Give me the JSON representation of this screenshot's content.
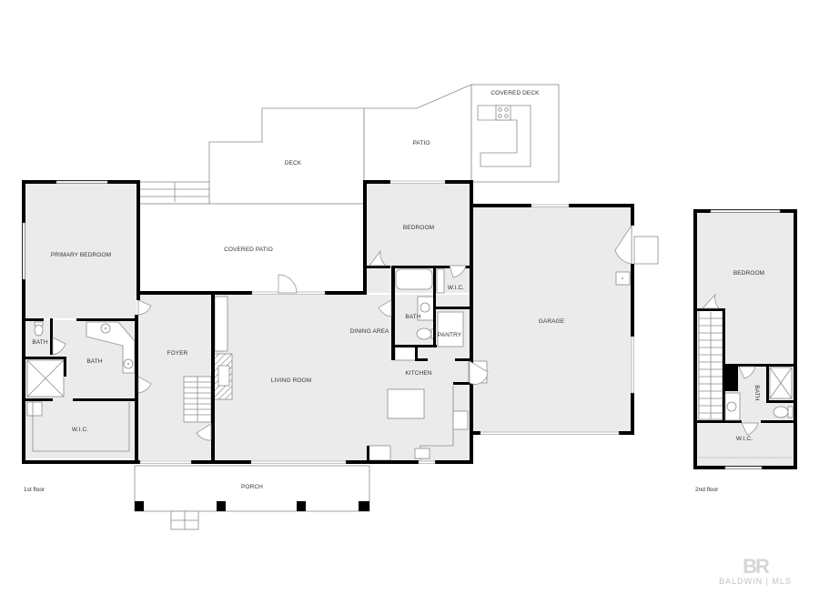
{
  "floors": {
    "first": {
      "label": "1st floor",
      "rooms": {
        "primary_bedroom": "PRIMARY BEDROOM",
        "bath_small": "BATH",
        "bath_primary": "BATH",
        "wic_primary": "W.I.C.",
        "foyer": "FOYER",
        "covered_patio": "COVERED PATIO",
        "deck": "DECK",
        "patio": "PATIO",
        "covered_deck": "COVERED DECK",
        "bedroom": "BEDROOM",
        "bath_hall": "BATH",
        "wic_bedroom": "W.I.C.",
        "pantry": "PANTRY",
        "dining_area": "DINING AREA",
        "kitchen": "KITCHEN",
        "living_room": "LIVING ROOM",
        "garage": "GARAGE",
        "porch": "PORCH"
      }
    },
    "second": {
      "label": "2nd floor",
      "rooms": {
        "bedroom": "BEDROOM",
        "bath": "BATH",
        "wic": "W.I.C."
      }
    }
  },
  "watermark": {
    "mark": "BR",
    "text": "BALDWIN | MLS"
  },
  "colors": {
    "wall": "#000000",
    "room_fill": "#ebebeb",
    "outdoor_fill": "#ffffff",
    "line": "#8a8a8a",
    "label": "#333333"
  }
}
